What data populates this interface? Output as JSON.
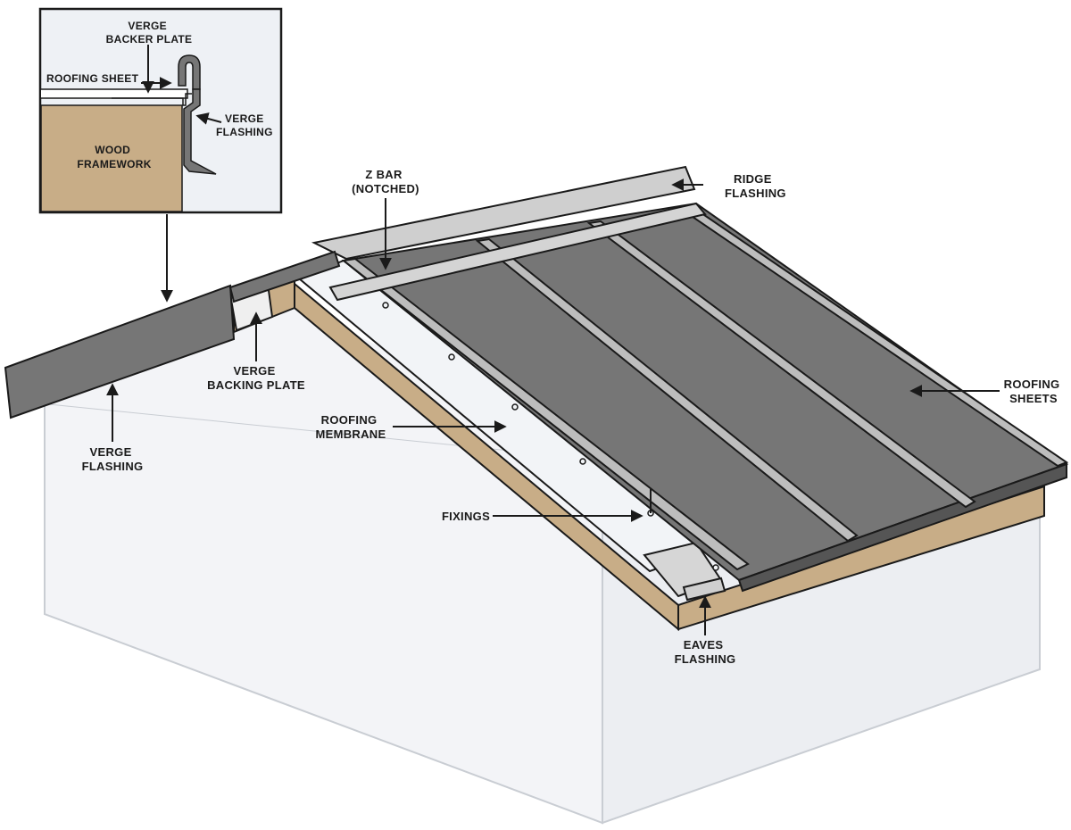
{
  "labels": {
    "verge_backer_plate": [
      "VERGE",
      "BACKER PLATE"
    ],
    "roofing_sheet": [
      "ROOFING SHEET"
    ],
    "verge_flashing_inset": [
      "VERGE",
      "FLASHING"
    ],
    "wood_framework": [
      "WOOD",
      "FRAMEWORK"
    ],
    "z_bar": [
      "Z BAR",
      "(NOTCHED)"
    ],
    "ridge_flashing": [
      "RIDGE",
      "FLASHING"
    ],
    "verge_backing_plate": [
      "VERGE",
      "BACKING PLATE"
    ],
    "verge_flashing": [
      "VERGE",
      "FLASHING"
    ],
    "roofing_membrane": [
      "ROOFING",
      "MEMBRANE"
    ],
    "roofing_sheets": [
      "ROOFING",
      "SHEETS"
    ],
    "fixings": [
      "FIXINGS"
    ],
    "eaves_flashing": [
      "EAVES",
      "FLASHING"
    ]
  },
  "colors": {
    "outline": "#1a1a1a",
    "wood": "#c8ad87",
    "sheet": "#767676",
    "sheet_dark": "#555555",
    "flashing": "#cfcfcf",
    "membrane": "#f2f4f7",
    "wall": "#f3f4f7",
    "inset_bg": "#eef1f5"
  }
}
